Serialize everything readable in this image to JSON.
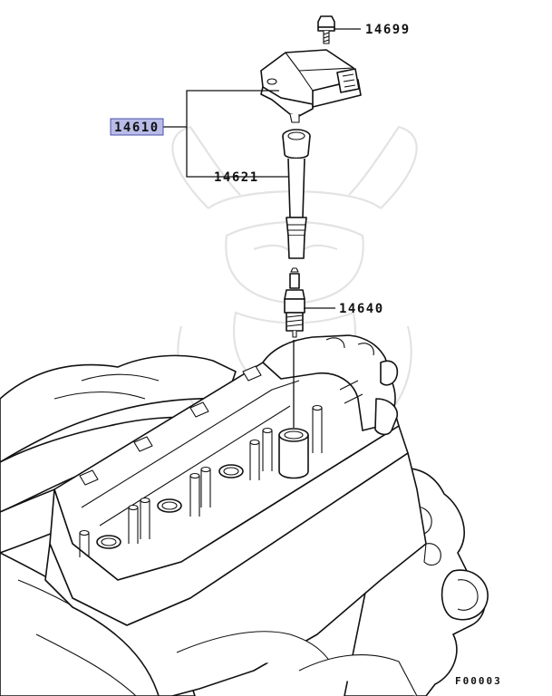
{
  "diagram": {
    "part_labels": {
      "bolt": "14699",
      "ignition_coil": "14610",
      "coil_boot": "14621",
      "spark_plug": "14640"
    },
    "figure_code": "F00003",
    "colors": {
      "highlight": "#b9bce8",
      "highlight_border": "#4a4fa8",
      "line": "#111111",
      "watermark": "#e3e3e3"
    }
  }
}
